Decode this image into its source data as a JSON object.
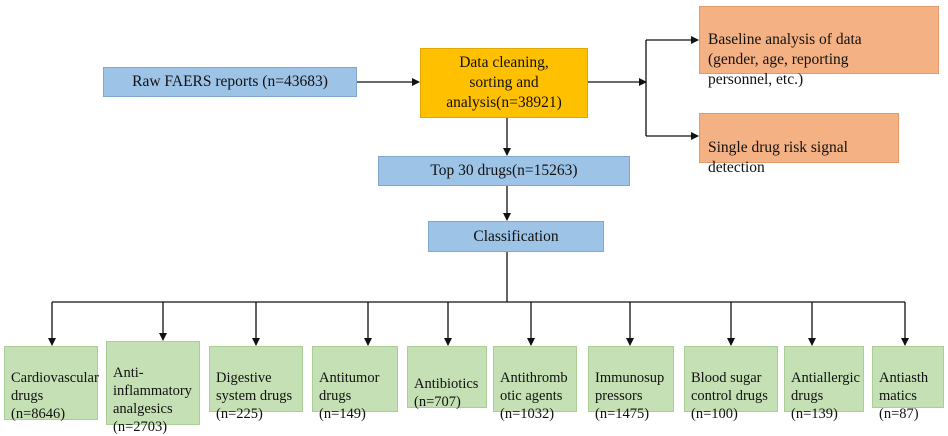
{
  "raw_reports": "Raw FAERS reports (n=43683)",
  "data_cleaning": "Data cleaning,\nsorting and\nanalysis(n=38921)",
  "baseline": "Baseline analysis of data\n(gender, age, reporting\npersonnel, etc.)",
  "single_drug": "Single drug risk signal\ndetection",
  "top30": "Top 30 drugs(n=15263)",
  "classification": "Classification",
  "categories": [
    "Cardiovascular\ndrugs\n(n=8646)",
    "Anti-\ninflammatory\nanalgesics\n(n=2703)",
    "Digestive\nsystem drugs\n(n=225)",
    "Antitumor\ndrugs\n(n=149)",
    "Antibiotics\n(n=707)",
    "Antithromb\notic agents\n(n=1032)",
    "Immunosup\npressors\n(n=1475)",
    "Blood sugar\ncontrol drugs\n(n=100)",
    "Antiallergic\ndrugs\n(n=139)",
    "Antiasth\nmatics\n(n=87)"
  ],
  "colors": {
    "blue": "#9dc3e6",
    "orange": "#f4b183",
    "gold": "#ffc000",
    "green": "#c5e0b4"
  }
}
